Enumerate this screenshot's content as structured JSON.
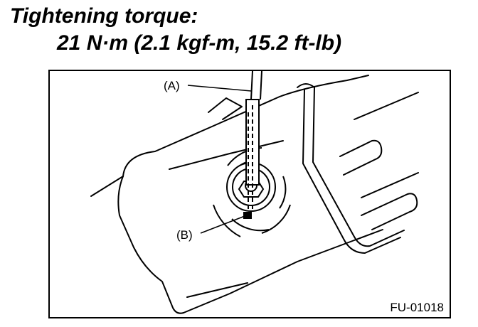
{
  "heading": {
    "title": "Tightening torque:",
    "spec": "21 N·m (2.1 kgf-m, 15.2 ft-lb)"
  },
  "figure": {
    "callouts": {
      "a": "(A)",
      "b": "(B)"
    },
    "code": "FU-01018"
  }
}
